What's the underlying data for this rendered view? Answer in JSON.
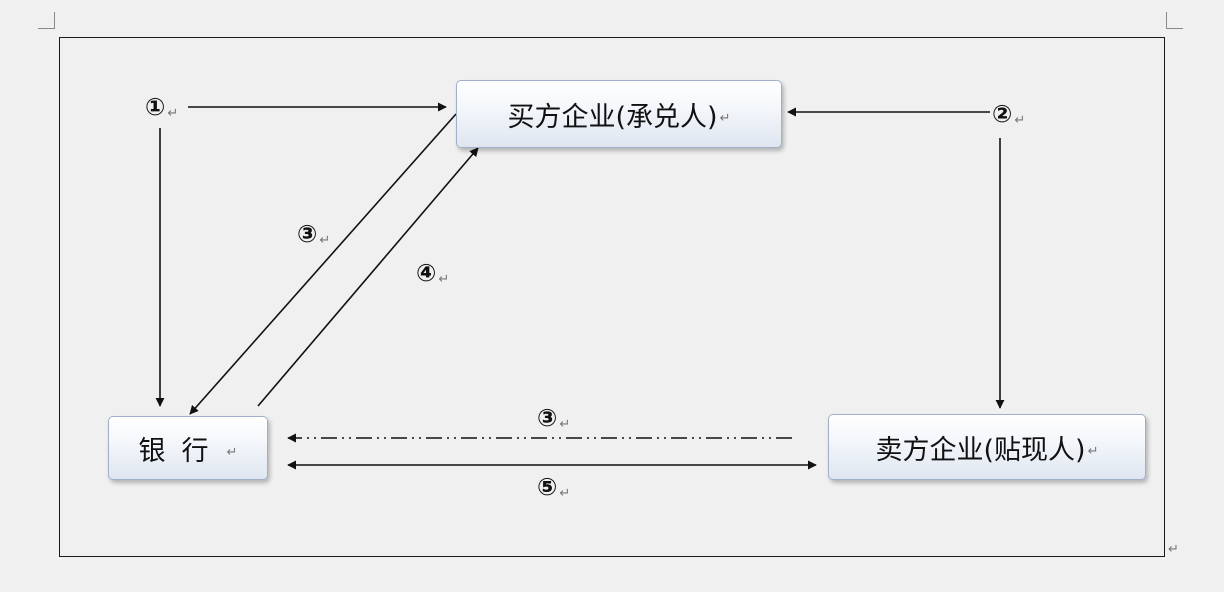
{
  "nodes": {
    "buyer": "买方企业(承兑人)",
    "bank": "银行",
    "seller": "卖方企业(贴现人)"
  },
  "steps": {
    "s1": "①",
    "s2": "②",
    "s3_upper": "③",
    "s4": "④",
    "s3_lower": "③",
    "s5": "⑤"
  },
  "paragraph_mark": "↵"
}
